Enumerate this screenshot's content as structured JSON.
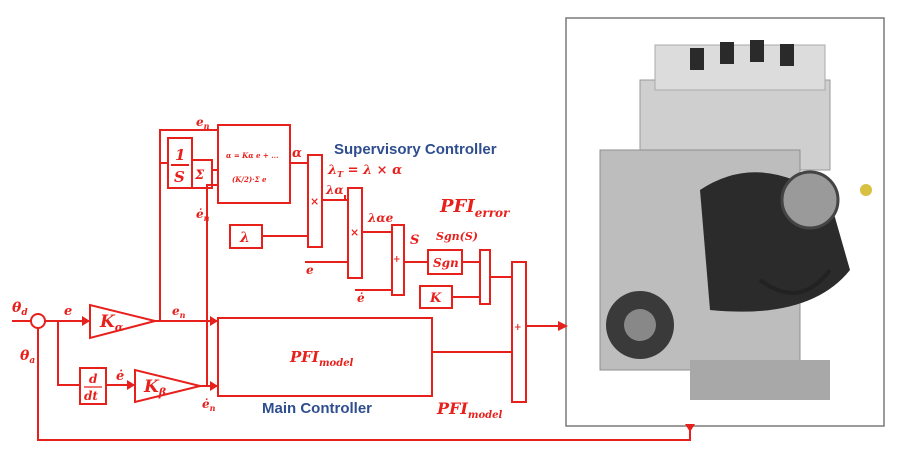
{
  "labels": {
    "supervisory_title": "Supervisory Controller",
    "main_title": "Main Controller",
    "pfi_error_base": "PFI",
    "pfi_error_sub": "error",
    "pfi_model_base": "PFI",
    "pfi_model_sub": "model",
    "lambda_gain": "λ",
    "k_gain": "K",
    "sgn_block": "Sgn",
    "integrator_num": "1",
    "integrator_den": "S",
    "deriv_num": "d",
    "deriv_den": "dt",
    "k_alpha_base": "K",
    "k_alpha_sub": "α",
    "k_beta_base": "K",
    "k_beta_sub": "β",
    "theta_d": "θ",
    "theta_d_sub": "d",
    "theta_a": "θ",
    "theta_a_sub": "a",
    "e": "e",
    "e_dot": "ė",
    "e_n": "e",
    "e_n_sub": "n",
    "e_n_dot_sub": "n",
    "alpha": "α",
    "lambda_alpha": "λα",
    "lambda_alpha_e": "λαe",
    "lambda_t": "λ",
    "lambda_t_sub": "T",
    "lambda_t_eq": " = λ × α",
    "s": "S",
    "sgn_s": "Sgn(S)",
    "e_small": "e",
    "e_dot_small": "ė",
    "mult": "×",
    "plus": "+",
    "fuzzy_top": "α = Kα e + ...",
    "fuzzy_bottom": "(K/2)·Σ e"
  },
  "colors": {
    "diagram_red": "#e8201c",
    "title_blue": "#2f4e8f"
  },
  "icons": {
    "engine_photo": "engine-image"
  }
}
